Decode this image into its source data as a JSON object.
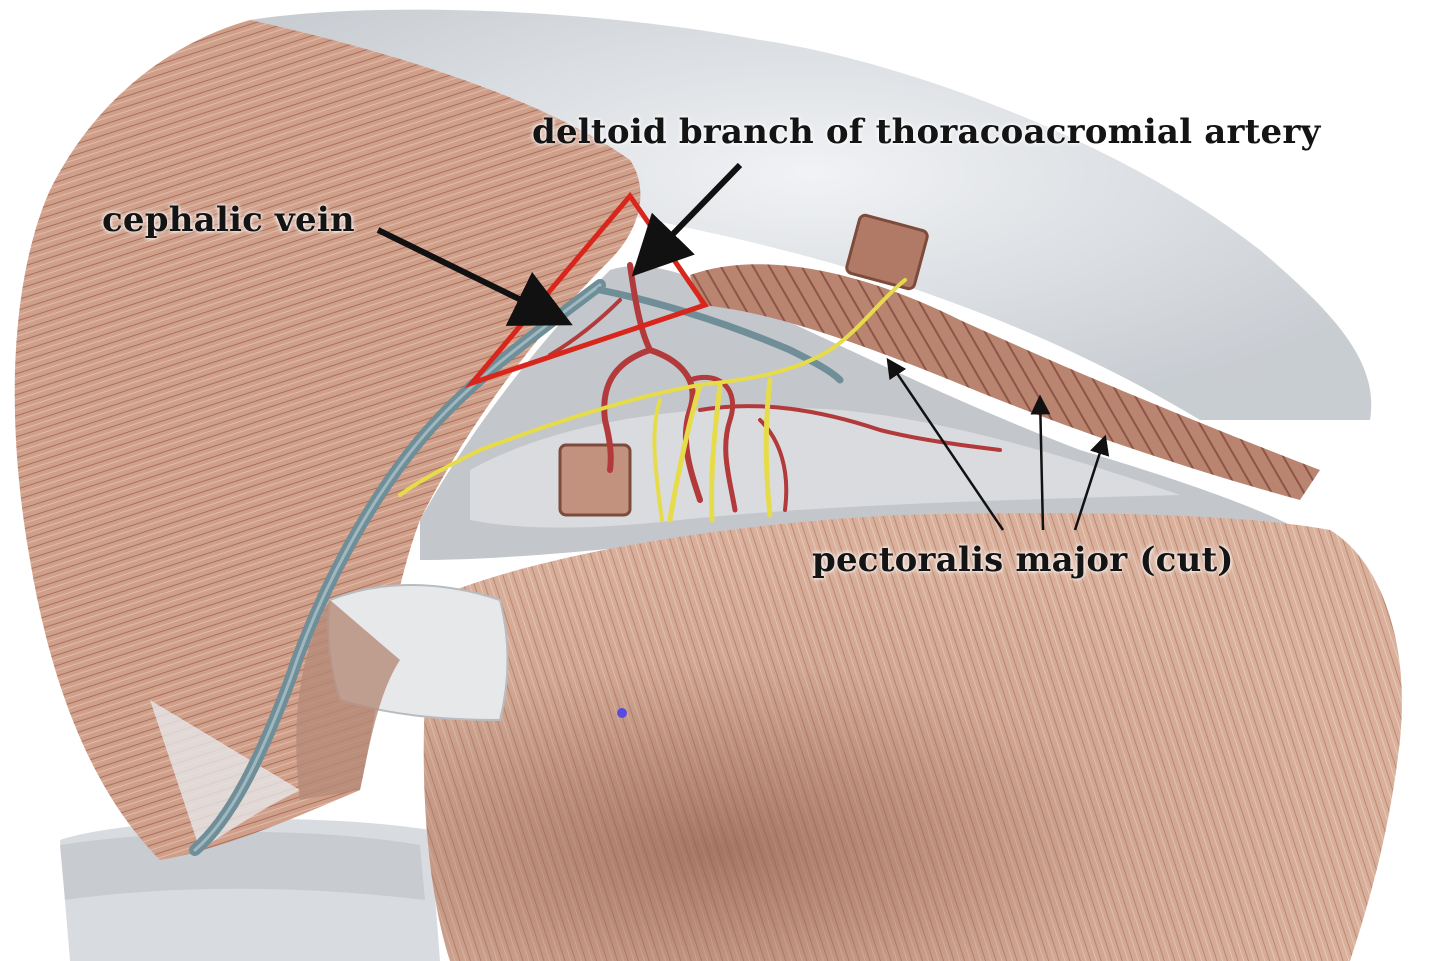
{
  "labels": {
    "deltoid_branch": "deltoid branch of thoracoacromial artery",
    "cephalic_vein": "cephalic vein",
    "pectoralis_major": "pectoralis major (cut)"
  },
  "colors": {
    "background": "#ffffff",
    "muscle": "#d2a590",
    "muscle_dark": "#a86f5c",
    "fascia": "#c9ccd0",
    "vein": "#6f8e98",
    "artery": "#b23a3a",
    "nerve": "#e6dc4a",
    "highlight_triangle": "#d9261c",
    "arrow": "#111111"
  }
}
